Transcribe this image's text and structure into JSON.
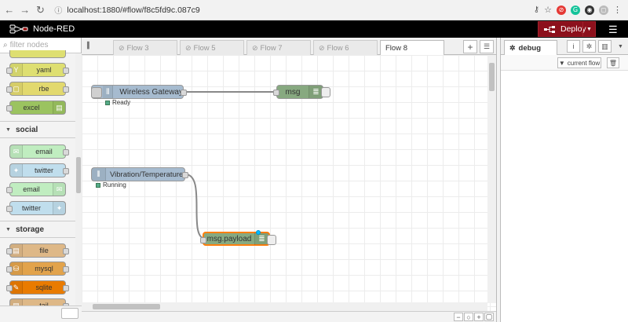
{
  "browser": {
    "url": "localhost:1880/#flow/f8c5fd9c.087c9"
  },
  "header": {
    "title": "Node-RED",
    "deploy_label": "Deploy"
  },
  "palette": {
    "search_placeholder": "filter nodes",
    "nodes_top": [
      {
        "label": "yaml",
        "color": "#dedf71"
      },
      {
        "label": "rbe",
        "color": "#e2d96e"
      },
      {
        "label": "excel",
        "color": "#9bc360"
      }
    ],
    "categories": {
      "social": "social",
      "storage": "storage"
    },
    "social_nodes": [
      {
        "label": "email",
        "color": "#c0edc0"
      },
      {
        "label": "twitter",
        "color": "#c0deed"
      },
      {
        "label": "email",
        "color": "#c0edc0"
      },
      {
        "label": "twitter",
        "color": "#c0deed"
      }
    ],
    "storage_nodes": [
      {
        "label": "file",
        "color": "#deb887"
      },
      {
        "label": "mysql",
        "color": "#e2a34b"
      },
      {
        "label": "sqlite",
        "color": "#e97b00"
      },
      {
        "label": "tail",
        "color": "#deb887"
      }
    ]
  },
  "workspace": {
    "tabs": [
      "Flow 3",
      "Flow 5",
      "Flow 7",
      "Flow 6",
      "Flow 8"
    ],
    "active_tab": "Flow 8",
    "nodes": {
      "gateway": {
        "label": "Wireless Gateway",
        "status": "Ready",
        "color": "#a6bbcf"
      },
      "msg": {
        "label": "msg",
        "color": "#87a980"
      },
      "vibration": {
        "label": "Vibration/Temperature",
        "status": "Running",
        "color": "#a6bbcf"
      },
      "payload": {
        "label": "msg.payload",
        "color": "#87a980"
      }
    }
  },
  "sidebar": {
    "tab_label": "debug",
    "filter_label": "current flow"
  }
}
